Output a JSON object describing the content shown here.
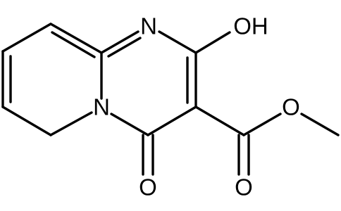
{
  "molecule": {
    "atoms": [
      {
        "id": "N_pyrimidine",
        "symbol": "N"
      },
      {
        "id": "OH_hydroxy",
        "symbol": "OH"
      },
      {
        "id": "N_bridge",
        "symbol": "N"
      },
      {
        "id": "O_ester",
        "symbol": "O"
      },
      {
        "id": "O_keto",
        "symbol": "O"
      },
      {
        "id": "O_carbonyl",
        "symbol": "O"
      }
    ],
    "colors": {
      "bond": "#000000",
      "label": "#000000",
      "background": "#ffffff"
    }
  }
}
